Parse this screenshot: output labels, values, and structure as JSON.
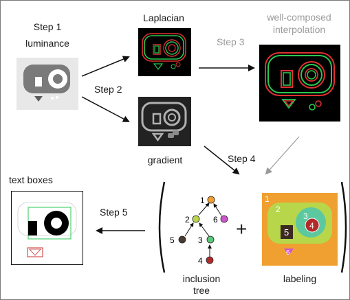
{
  "labels": {
    "step1_line1": "Step 1",
    "step1_line2": "luminance",
    "laplacian": "Laplacian",
    "step3": "Step 3",
    "well_composed_line1": "well-composed",
    "well_composed_line2": "interpolation",
    "step2": "Step 2",
    "gradient": "gradient",
    "step4": "Step 4",
    "text_boxes": "text boxes",
    "step5": "Step 5",
    "plus": "+",
    "inclusion_line1": "inclusion",
    "inclusion_line2": "tree",
    "labeling": "labeling"
  },
  "tree_nodes": [
    {
      "id": "1",
      "color": "#f0a030"
    },
    {
      "id": "2",
      "color": "#b8d64a"
    },
    {
      "id": "3",
      "color": "#5cc87a"
    },
    {
      "id": "4",
      "color": "#b22a2a"
    },
    {
      "id": "5",
      "color": "#4a3b30"
    },
    {
      "id": "6",
      "color": "#cc55cc"
    }
  ],
  "region_labels": [
    "1",
    "2",
    "3",
    "4",
    "5",
    "6"
  ],
  "colors": {
    "laplacian_red": "#e03030",
    "laplacian_green": "#28c850",
    "labeling_orange": "#f0a030",
    "labeling_lime": "#b8d64a",
    "labeling_green": "#5cc8a0",
    "labeling_dark": "#3a2a20",
    "labeling_red": "#b22a2a",
    "labeling_pink": "#cc55cc",
    "box_green": "#28c850",
    "box_red": "#c83030"
  }
}
